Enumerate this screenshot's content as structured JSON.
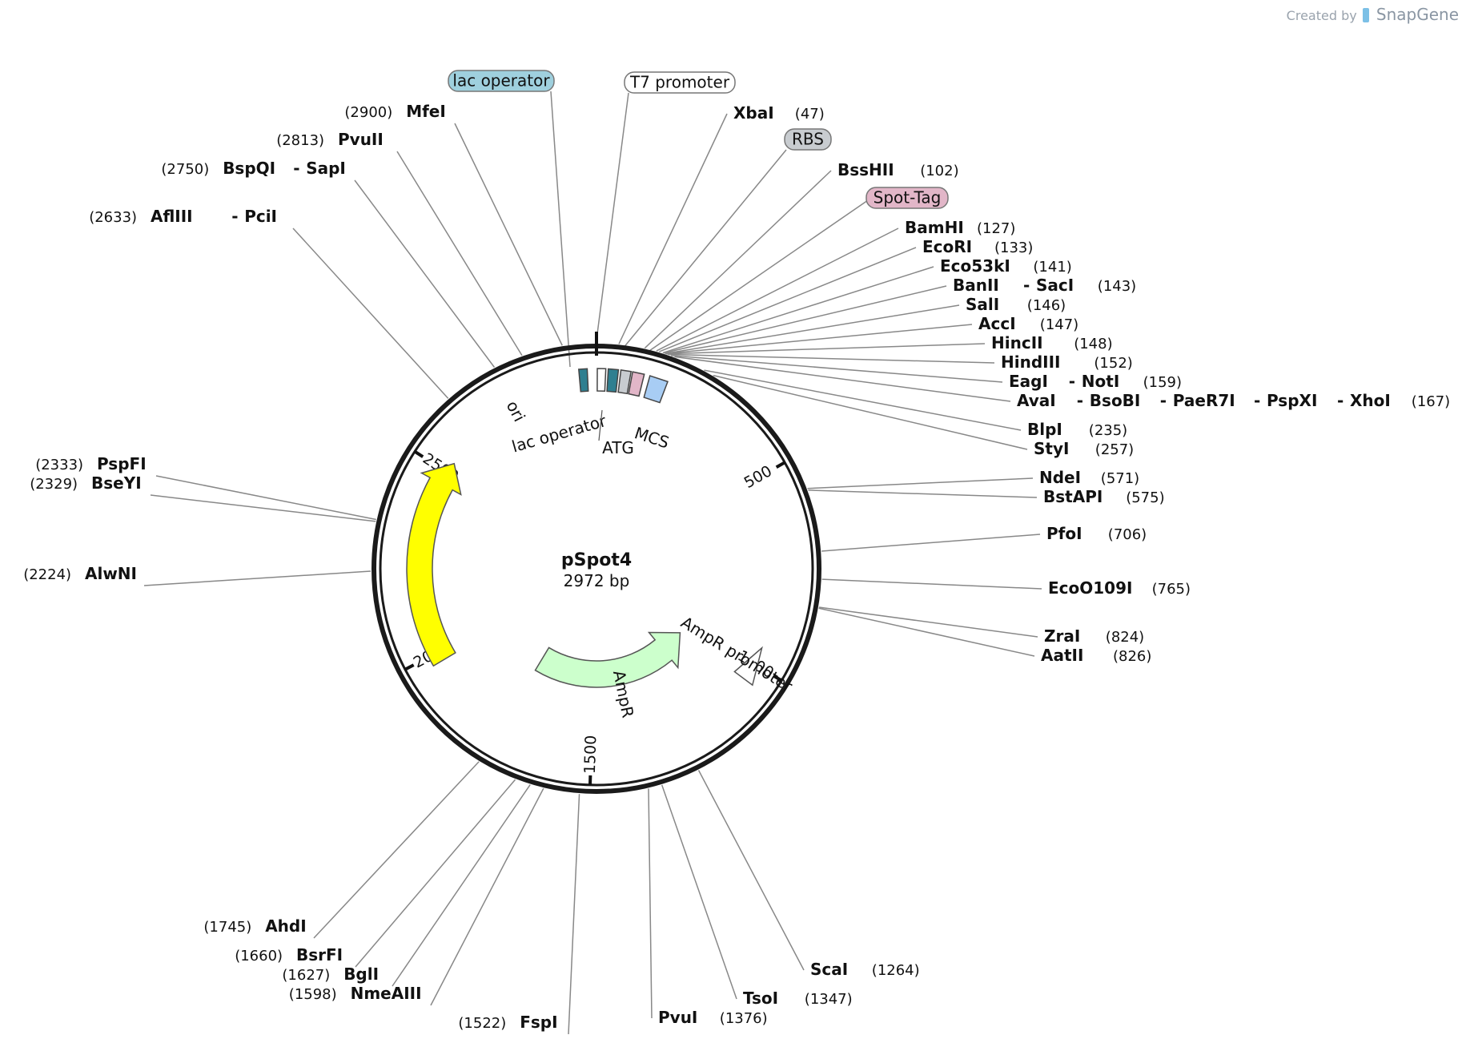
{
  "credit": {
    "prefix": "Created by",
    "brand": "SnapGene"
  },
  "plasmid": {
    "name": "pSpot4",
    "length_label": "2972 bp",
    "length": 2972
  },
  "colors": {
    "lac_operator": "#9fd0de",
    "t7_promoter": "#ffffff",
    "rbs": "#c8ccd0",
    "spot_tag": "#e2b6c8",
    "mcs": "#a8cdf4",
    "ori": "#ffff00",
    "ampr": "#ccffcc",
    "backbone": "#1a1a1a"
  },
  "ticks": [
    {
      "pos": 500,
      "label": "500"
    },
    {
      "pos": 1000,
      "label": "1000"
    },
    {
      "pos": 1500,
      "label": "1500"
    },
    {
      "pos": 2000,
      "label": "2000"
    },
    {
      "pos": 2500,
      "label": "2500"
    }
  ],
  "arc_features": [
    {
      "name": "ori",
      "label": "ori",
      "start": 1975,
      "end": 2530,
      "strand": 1,
      "color": "#ffff00"
    },
    {
      "name": "AmpR",
      "label": "AmpR",
      "start": 1052,
      "end": 1743,
      "strand": -1,
      "color": "#ccffcc"
    },
    {
      "name": "AmpR promoter",
      "label": "AmpR promoter",
      "start": 954,
      "end": 1051,
      "strand": -1,
      "color": "#ffffff"
    }
  ],
  "small_features": [
    {
      "name": "lac operator",
      "label": "lac operator",
      "inner_label": "lac operator",
      "pos": 2940,
      "color": "#2f7f90"
    },
    {
      "name": "T7 promoter",
      "label": "T7 promoter",
      "pos": 12,
      "color": "#ffffff"
    },
    {
      "name": "ATG",
      "inner_label": "ATG",
      "pos": 40,
      "color": "#2f7f90"
    },
    {
      "name": "RBS",
      "label": "RBS",
      "pos": 70,
      "color": "#c8ccd0"
    },
    {
      "name": "Spot-Tag",
      "label": "Spot-Tag",
      "pos": 100,
      "color": "#e2b6c8"
    },
    {
      "name": "MCS",
      "inner_label": "MCS",
      "pos": 150,
      "color": "#a8cdf4"
    }
  ],
  "callout_labels": [
    {
      "label": "lac operator",
      "color": "#9fd0de",
      "pos": 2940
    },
    {
      "label": "T7 promoter",
      "color": "#ffffff",
      "pos": 12
    },
    {
      "label": "RBS",
      "color": "#c8ccd0",
      "pos": 70
    },
    {
      "label": "Spot-Tag",
      "color": "#e2b6c8",
      "pos": 100
    }
  ],
  "sites": [
    {
      "names": [
        "MfeI"
      ],
      "pos_label": "(2900)",
      "pos": 2900,
      "side": "left"
    },
    {
      "names": [
        "PvuII"
      ],
      "pos_label": "(2813)",
      "pos": 2813,
      "side": "left"
    },
    {
      "names": [
        "BspQI",
        "SapI"
      ],
      "pos_label": "(2750)",
      "pos": 2750,
      "side": "left"
    },
    {
      "names": [
        "AflIII",
        "PciI"
      ],
      "pos_label": "(2633)",
      "pos": 2633,
      "side": "left"
    },
    {
      "names": [
        "PspFI"
      ],
      "pos_label": "(2333)",
      "pos": 2333,
      "side": "left"
    },
    {
      "names": [
        "BseYI"
      ],
      "pos_label": "(2329)",
      "pos": 2329,
      "side": "left"
    },
    {
      "names": [
        "AlwNI"
      ],
      "pos_label": "(2224)",
      "pos": 2224,
      "side": "left"
    },
    {
      "names": [
        "AhdI"
      ],
      "pos_label": "(1745)",
      "pos": 1745,
      "side": "left"
    },
    {
      "names": [
        "BsrFI"
      ],
      "pos_label": "(1660)",
      "pos": 1660,
      "side": "left"
    },
    {
      "names": [
        "BglI"
      ],
      "pos_label": "(1627)",
      "pos": 1627,
      "side": "left"
    },
    {
      "names": [
        "NmeAIII"
      ],
      "pos_label": "(1598)",
      "pos": 1598,
      "side": "left"
    },
    {
      "names": [
        "FspI"
      ],
      "pos_label": "(1522)",
      "pos": 1522,
      "side": "left"
    },
    {
      "names": [
        "XbaI"
      ],
      "pos_label": "(47)",
      "pos": 47,
      "side": "right"
    },
    {
      "names": [
        "BssHII"
      ],
      "pos_label": "(102)",
      "pos": 102,
      "side": "right"
    },
    {
      "names": [
        "BamHI"
      ],
      "pos_label": "(127)",
      "pos": 127,
      "side": "right"
    },
    {
      "names": [
        "EcoRI"
      ],
      "pos_label": "(133)",
      "pos": 133,
      "side": "right"
    },
    {
      "names": [
        "Eco53kI"
      ],
      "pos_label": "(141)",
      "pos": 141,
      "side": "right"
    },
    {
      "names": [
        "BanII",
        "SacI"
      ],
      "pos_label": "(143)",
      "pos": 143,
      "side": "right"
    },
    {
      "names": [
        "SalI"
      ],
      "pos_label": "(146)",
      "pos": 146,
      "side": "right"
    },
    {
      "names": [
        "AccI"
      ],
      "pos_label": "(147)",
      "pos": 147,
      "side": "right"
    },
    {
      "names": [
        "HincII"
      ],
      "pos_label": "(148)",
      "pos": 148,
      "side": "right"
    },
    {
      "names": [
        "HindIII"
      ],
      "pos_label": "(152)",
      "pos": 152,
      "side": "right"
    },
    {
      "names": [
        "EagI",
        "NotI"
      ],
      "pos_label": "(159)",
      "pos": 159,
      "side": "right"
    },
    {
      "names": [
        "AvaI",
        "BsoBI",
        "PaeR7I",
        "PspXI",
        "XhoI"
      ],
      "pos_label": "(167)",
      "pos": 167,
      "side": "right"
    },
    {
      "names": [
        "BlpI"
      ],
      "pos_label": "(235)",
      "pos": 235,
      "side": "right"
    },
    {
      "names": [
        "StyI"
      ],
      "pos_label": "(257)",
      "pos": 257,
      "side": "right"
    },
    {
      "names": [
        "NdeI"
      ],
      "pos_label": "(571)",
      "pos": 571,
      "side": "right"
    },
    {
      "names": [
        "BstAPI"
      ],
      "pos_label": "(575)",
      "pos": 575,
      "side": "right"
    },
    {
      "names": [
        "PfoI"
      ],
      "pos_label": "(706)",
      "pos": 706,
      "side": "right"
    },
    {
      "names": [
        "EcoO109I"
      ],
      "pos_label": "(765)",
      "pos": 765,
      "side": "right"
    },
    {
      "names": [
        "ZraI"
      ],
      "pos_label": "(824)",
      "pos": 824,
      "side": "right"
    },
    {
      "names": [
        "AatII"
      ],
      "pos_label": "(826)",
      "pos": 826,
      "side": "right"
    },
    {
      "names": [
        "ScaI"
      ],
      "pos_label": "(1264)",
      "pos": 1264,
      "side": "right"
    },
    {
      "names": [
        "TsoI"
      ],
      "pos_label": "(1347)",
      "pos": 1347,
      "side": "right"
    },
    {
      "names": [
        "PvuI"
      ],
      "pos_label": "(1376)",
      "pos": 1376,
      "side": "right"
    }
  ]
}
